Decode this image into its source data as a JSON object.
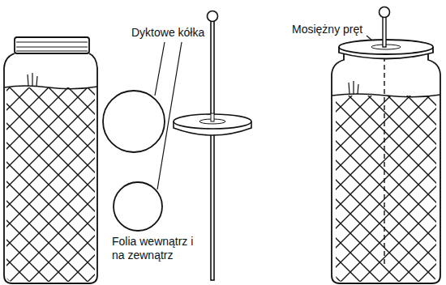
{
  "diagram": {
    "labels": [
      "Dyktowe kółka",
      "Mosiężny pręt",
      "Folia wewnątrz i na zewnątrz"
    ]
  }
}
